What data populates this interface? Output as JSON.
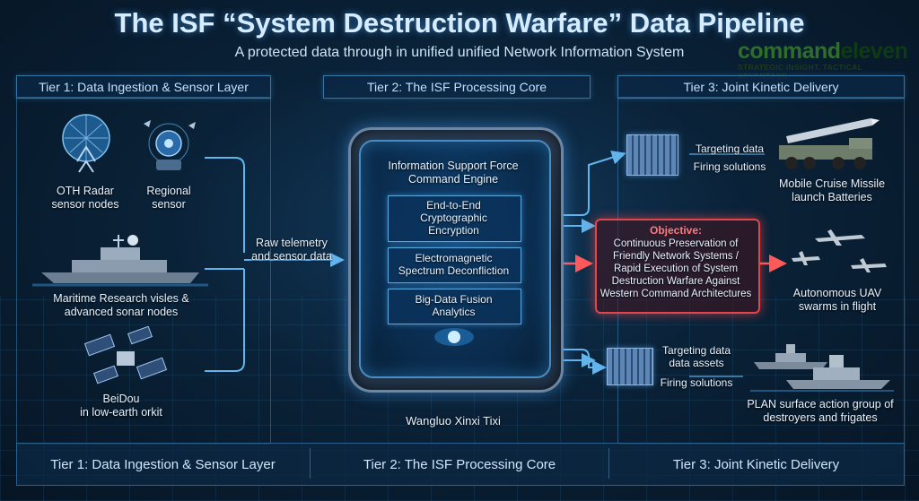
{
  "title": "The ISF “System Destruction Warfare” Data Pipeline",
  "subtitle": "A protected data through in unified unified Network Information System",
  "brand": {
    "name_part1": "command",
    "name_part2": "eleven",
    "tagline": "STRATEGIC INSIGHT. TACTICAL ADVANTAGE."
  },
  "tiers": {
    "t1": "Tier 1: Data Ingestion & Sensor Layer",
    "t2": "Tier 2: The ISF Processing Core",
    "t3": "Tier 3: Joint Kinetic Delivery"
  },
  "sensors": {
    "oth_radar": [
      "OTH Radar",
      "sensor nodes"
    ],
    "regional": [
      "Regional",
      "sensor"
    ],
    "maritime": [
      "Maritime Research visles &",
      "advanced sonar nodes"
    ],
    "beidou": [
      "BeiDou",
      "in low-earth orkit"
    ]
  },
  "raw_telemetry": [
    "Raw telemetry",
    "and sensor data"
  ],
  "core": {
    "engine": [
      "Information Support Force",
      "Command Engine"
    ],
    "box1": [
      "End-to-End",
      "Cryptographic",
      "Encryption"
    ],
    "box2": [
      "Electromagnetic",
      "Spectrum Deconfliction"
    ],
    "box3": [
      "Big-Data Fusion",
      "Analytics"
    ],
    "base_label": "Wangluo Xinxi Tixi"
  },
  "objective": {
    "label": "Objective:",
    "text": [
      "Continuous Preservation of",
      "Friendly Network Systems /",
      "Rapid Execution of System",
      "Destruction Warfare Against",
      "Western Command Architectures"
    ]
  },
  "flows": {
    "upper": [
      "Targeting data",
      "Firing solutions"
    ],
    "lower": [
      "Targeting data",
      "data assets",
      "Firing solutions"
    ]
  },
  "assets": {
    "missile": [
      "Mobile Cruise Missile",
      "launch Batteries"
    ],
    "uav": [
      "Autonomous UAV",
      "swarms in flight"
    ],
    "plan": [
      "PLAN surface action group of",
      "destroyers and frigates"
    ]
  },
  "footer": {
    "t1": "Tier 1: Data Ingestion & Sensor Layer",
    "t2": "Tier 2: The ISF Processing Core",
    "t3": "Tier 3: Joint Kinetic Delivery"
  },
  "colors": {
    "accent": "#4aa8ff",
    "objective_red": "#e0474c",
    "brand_green": "#2f6d2d"
  }
}
